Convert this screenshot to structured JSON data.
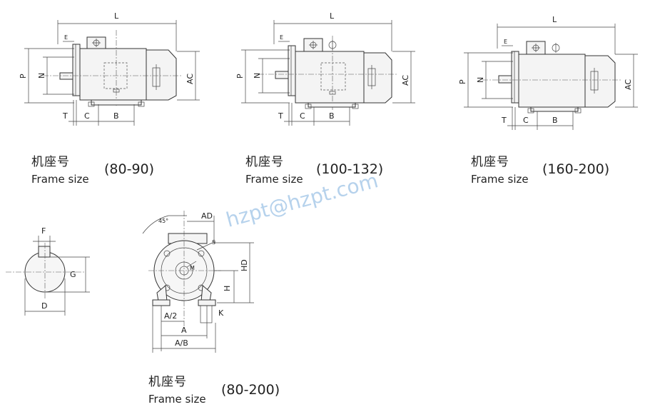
{
  "dims": {
    "L": "L",
    "E": "E",
    "P": "P",
    "N": "N",
    "AC": "AC",
    "T": "T",
    "C": "C",
    "B": "B",
    "F": "F",
    "G": "G",
    "D": "D",
    "angle": "45°",
    "AD": "AD",
    "S": "S",
    "M": "M",
    "HD": "HD",
    "H": "H",
    "K": "K",
    "A_half": "A/2",
    "A": "A",
    "AB": "A/B"
  },
  "captions": [
    {
      "cn": "机座号",
      "en": "Frame size",
      "range": "(80-90)"
    },
    {
      "cn": "机座号",
      "en": "Frame size",
      "range": "(100-132)"
    },
    {
      "cn": "机座号",
      "en": "Frame size",
      "range": "(160-200)"
    },
    {
      "cn": "机座号",
      "en": "Frame size",
      "range": "(80-200)"
    }
  ],
  "watermark": "hzpt@hzpt.com",
  "colors": {
    "line": "#333333",
    "watermark": "#9ec3e6",
    "text": "#222222"
  }
}
